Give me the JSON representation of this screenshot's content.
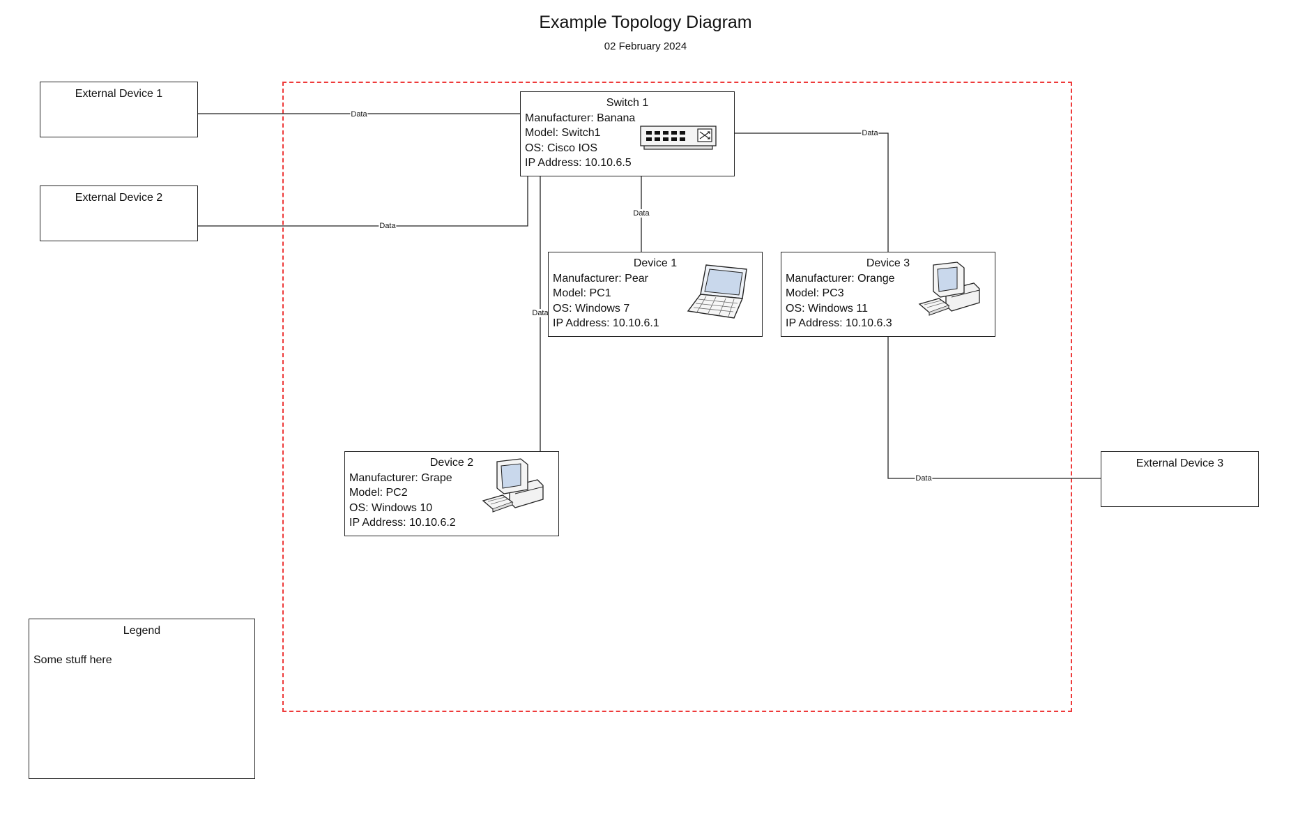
{
  "title": "Example Topology Diagram",
  "date": "02 February 2024",
  "switch1": {
    "name": "Switch 1",
    "manufacturer": "Manufacturer: Banana",
    "model": "Model: Switch1",
    "os": "OS: Cisco IOS",
    "ip": "IP Address: 10.10.6.5",
    "icon": "network-switch-icon"
  },
  "device1": {
    "name": "Device 1",
    "manufacturer": "Manufacturer: Pear",
    "model": "Model: PC1",
    "os": "OS: Windows 7",
    "ip": "IP Address: 10.10.6.1",
    "icon": "laptop-icon"
  },
  "device2": {
    "name": "Device 2",
    "manufacturer": "Manufacturer: Grape",
    "model": "Model: PC2",
    "os": "OS: Windows 10",
    "ip": "IP Address: 10.10.6.2",
    "icon": "desktop-computer-icon"
  },
  "device3": {
    "name": "Device 3",
    "manufacturer": "Manufacturer: Orange",
    "model": "Model: PC3",
    "os": "OS: Windows 11",
    "ip": "IP Address: 10.10.6.3",
    "icon": "desktop-computer-icon"
  },
  "external1": {
    "name": "External Device 1"
  },
  "external2": {
    "name": "External Device 2"
  },
  "external3": {
    "name": "External Device 3"
  },
  "links": [
    {
      "from": "External Device 1",
      "to": "Switch 1",
      "label": "Data"
    },
    {
      "from": "External Device 2",
      "to": "Switch 1",
      "label": "Data"
    },
    {
      "from": "Switch 1",
      "to": "Device 1",
      "label": "Data"
    },
    {
      "from": "Switch 1",
      "to": "Device 2",
      "label": "Data"
    },
    {
      "from": "Switch 1",
      "to": "Device 3",
      "label": "Data"
    },
    {
      "from": "Device 3",
      "to": "External Device 3",
      "label": "Data"
    }
  ],
  "legend": {
    "title": "Legend",
    "body": "Some stuff here"
  },
  "colors": {
    "boundary": "#ee3a3a",
    "line": "#222222"
  }
}
